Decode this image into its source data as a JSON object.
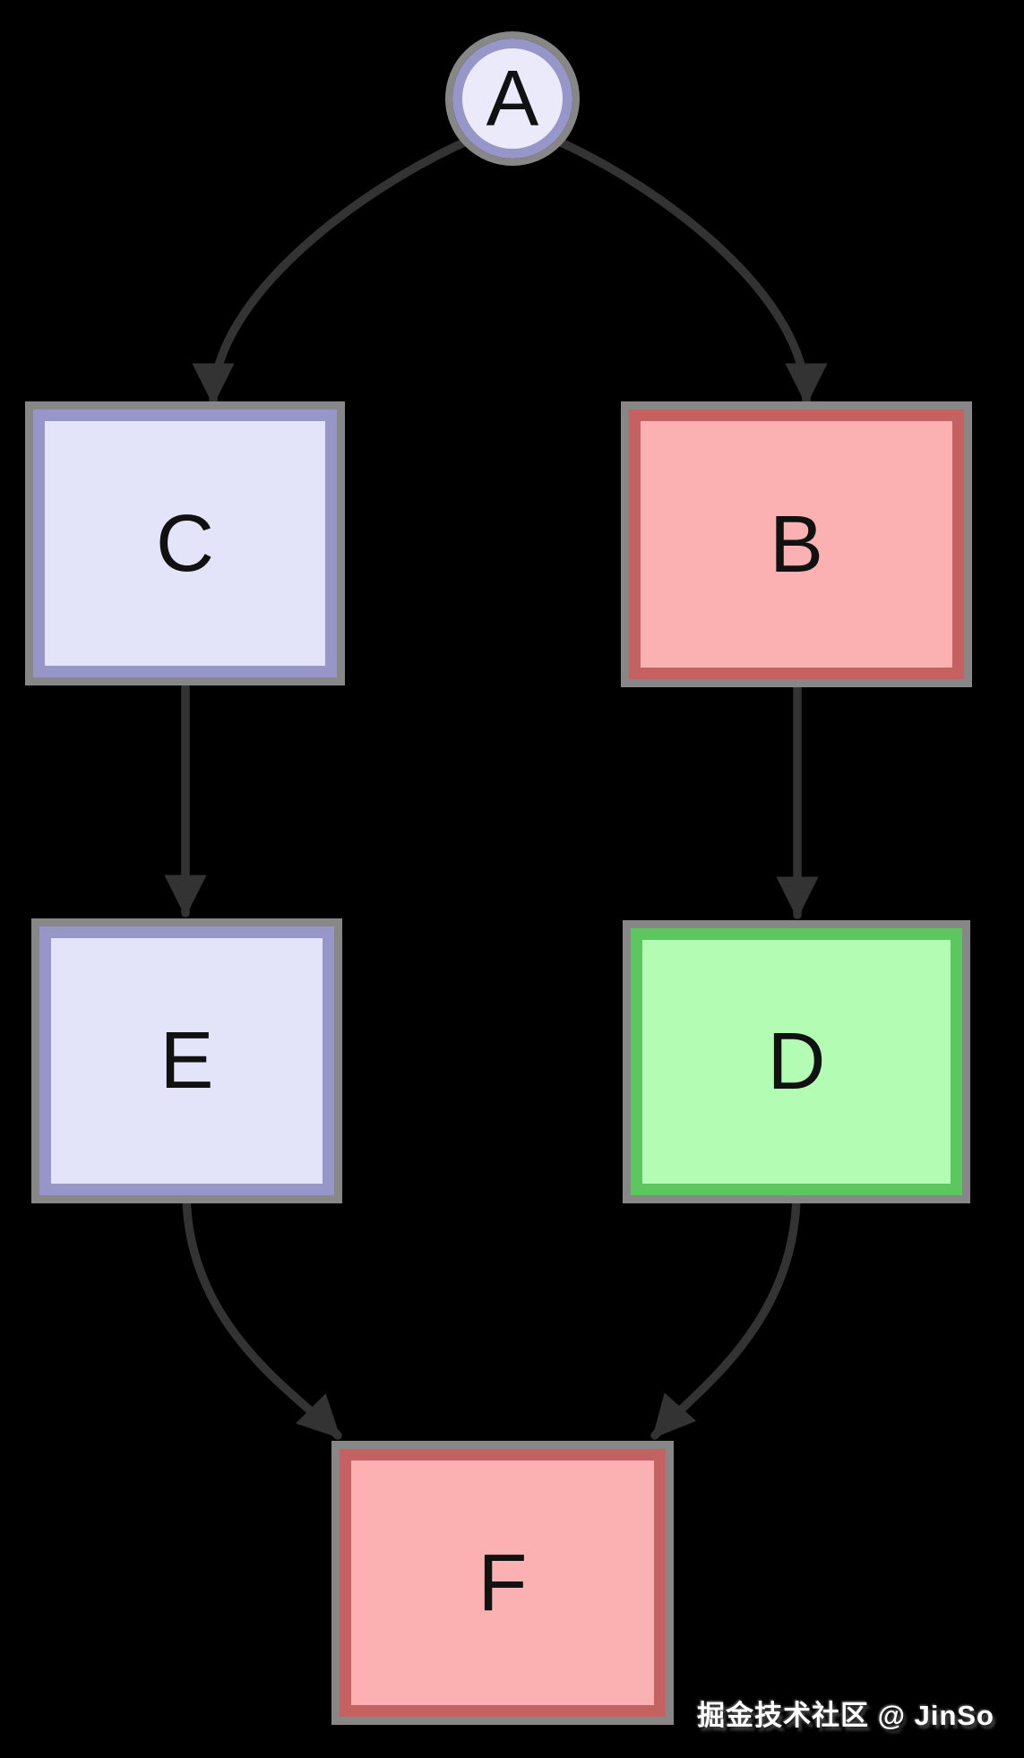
{
  "diagram": {
    "type": "flowchart",
    "direction": "top-down",
    "background_color": "#000000",
    "edge_color": "#333333",
    "node_outline_color": "#878787",
    "label_color": "#111111",
    "nodes": {
      "A": {
        "label": "A",
        "shape": "circle",
        "fill": "#eaeafa",
        "border": "#9696c8"
      },
      "B": {
        "label": "B",
        "shape": "rect",
        "fill": "#fbb1b1",
        "border": "#c46262"
      },
      "C": {
        "label": "C",
        "shape": "rect",
        "fill": "#e3e3f9",
        "border": "#9696c8"
      },
      "D": {
        "label": "D",
        "shape": "rect",
        "fill": "#b3fcb3",
        "border": "#5cc75e"
      },
      "E": {
        "label": "E",
        "shape": "rect",
        "fill": "#e3e3f9",
        "border": "#9696c8"
      },
      "F": {
        "label": "F",
        "shape": "rect",
        "fill": "#fbb1b1",
        "border": "#c46262"
      }
    },
    "edges": [
      {
        "from": "A",
        "to": "C"
      },
      {
        "from": "A",
        "to": "B"
      },
      {
        "from": "C",
        "to": "E"
      },
      {
        "from": "B",
        "to": "D"
      },
      {
        "from": "E",
        "to": "F"
      },
      {
        "from": "D",
        "to": "F"
      }
    ]
  },
  "watermark": {
    "text": "掘金技术社区 @ JinSo",
    "color": "#ffffff"
  }
}
